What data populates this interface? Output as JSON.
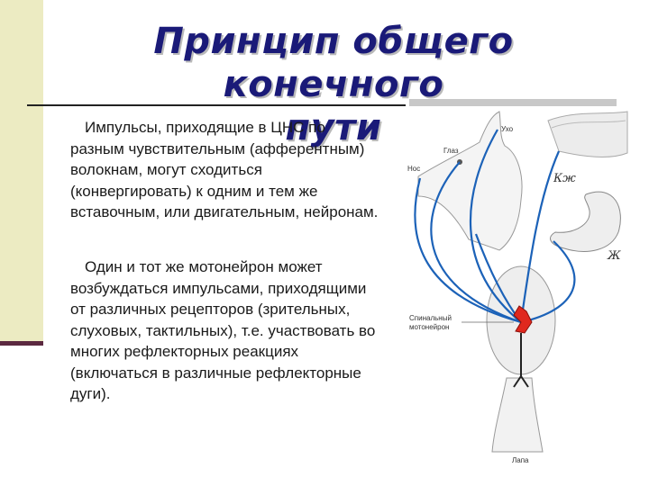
{
  "title": {
    "line1": "Принцип общего конечного",
    "line2": "пути"
  },
  "paragraph1": "Импульсы, приходящие в ЦНС по разным чувствительным (афферентным) волокнам, могут сходиться (конвергировать) к одним и тем же вставочным, или двигательным, нейронам.",
  "paragraph2": "Один и тот же мотонейрон может возбуждаться импульсами, приходящими от различных рецепторов (зрительных, слуховых, тактильных), т.е. участвовать во многих рефлекторных реакциях (включаться в различные рефлекторные дуги).",
  "figure": {
    "label_ear": "Ухо",
    "label_eye": "Глаз",
    "label_nose": "Нос",
    "label_skin": "Кж",
    "label_stomach": "Ж",
    "label_motoneuron_line1": "Спинальный",
    "label_motoneuron_line2": "мотонейрон",
    "label_paw": "Лапа"
  },
  "colors": {
    "title": "#1a1a78",
    "sidebar": "#ecebc2",
    "sidebar_accent": "#5b2940",
    "pathway": "#1c62b8",
    "motoneuron": "#e0281e"
  }
}
